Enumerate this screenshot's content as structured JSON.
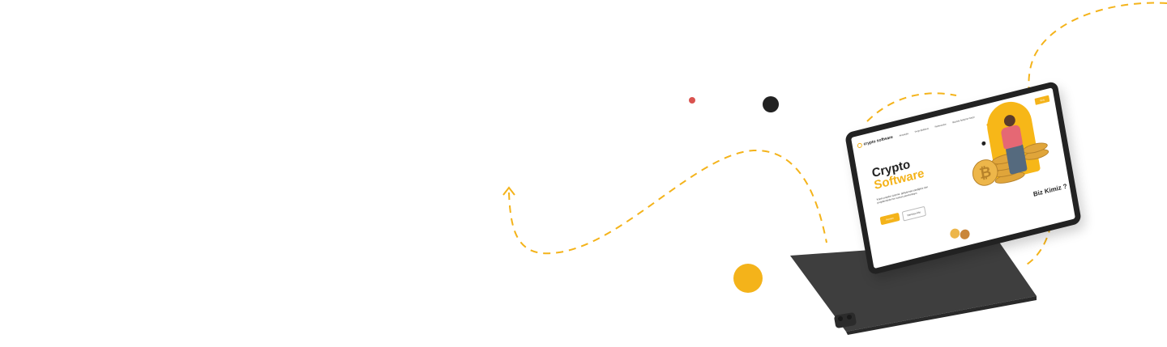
{
  "colors": {
    "accent": "#F4B31A",
    "dark": "#222222",
    "device_back": "#3B3B3B",
    "dash": "#F4B31A",
    "small_dot": "#D9534F"
  },
  "tablet_screen": {
    "logo_text": "crypto software",
    "nav_links": [
      "Anasayfa",
      "Proje Ekibimiz",
      "Referanslar",
      "Bizimle İletişime Geçin"
    ],
    "nav_cta": "Giriş",
    "hero_title_line1": "Crypto",
    "hero_title_line2": "Software",
    "hero_description": "Kripto projeler üzerine, geliştirmek istediğiniz tüm projelerinizde her zaman yanınızdayız.",
    "primary_button": "Hemen",
    "secondary_button": "Demoyu İzle",
    "big_coin_symbol": "₿",
    "section_title": "Biz Kimiz ?"
  },
  "icons": {
    "logo_mark": "crypto-logo-icon",
    "coin": "bitcoin-coin-icon",
    "arrow": "arrow-up-icon"
  }
}
